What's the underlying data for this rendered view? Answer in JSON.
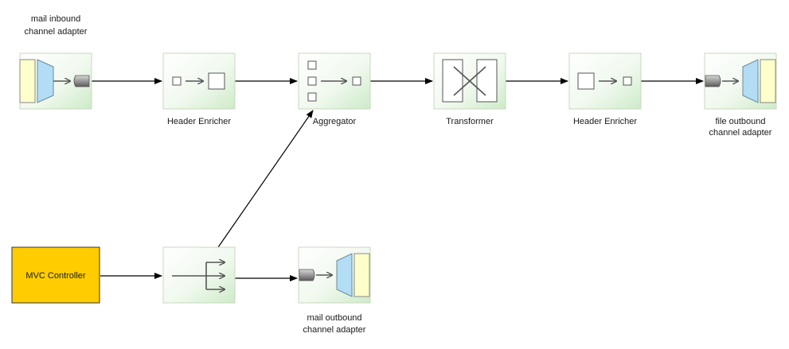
{
  "diagram": {
    "nodes": {
      "mail_inbound": {
        "label_line1": "mail inbound",
        "label_line2": "channel adapter",
        "icon": "inbound-channel-adapter-icon"
      },
      "header_enricher_1": {
        "label": "Header Enricher",
        "icon": "header-enricher-icon"
      },
      "aggregator": {
        "label": "Aggregator",
        "icon": "aggregator-icon"
      },
      "transformer": {
        "label": "Transformer",
        "icon": "transformer-icon"
      },
      "header_enricher_2": {
        "label": "Header Enricher",
        "icon": "header-enricher-icon"
      },
      "file_outbound": {
        "label_line1": "file outbound",
        "label_line2": "channel adapter",
        "icon": "outbound-channel-adapter-icon"
      },
      "mvc_controller": {
        "label": "MVC Controller",
        "color": "#ffcc00"
      },
      "recipient_list": {
        "icon": "recipient-list-router-icon"
      },
      "mail_outbound": {
        "label_line1": "mail outbound",
        "label_line2": "channel adapter",
        "icon": "outbound-channel-adapter-icon"
      }
    },
    "edges": [
      {
        "from": "mail_inbound",
        "to": "header_enricher_1"
      },
      {
        "from": "header_enricher_1",
        "to": "aggregator"
      },
      {
        "from": "aggregator",
        "to": "transformer"
      },
      {
        "from": "transformer",
        "to": "header_enricher_2"
      },
      {
        "from": "header_enricher_2",
        "to": "file_outbound"
      },
      {
        "from": "mvc_controller",
        "to": "recipient_list"
      },
      {
        "from": "recipient_list",
        "to": "mail_outbound"
      },
      {
        "from": "recipient_list",
        "to": "aggregator"
      }
    ],
    "colors": {
      "node_gradient_start": "#ffffff",
      "node_gradient_end": "#cdebc8",
      "adapter_yellow": "#ffffcc",
      "adapter_blue": "#b3dcf5",
      "controller_fill": "#ffcc00"
    }
  }
}
